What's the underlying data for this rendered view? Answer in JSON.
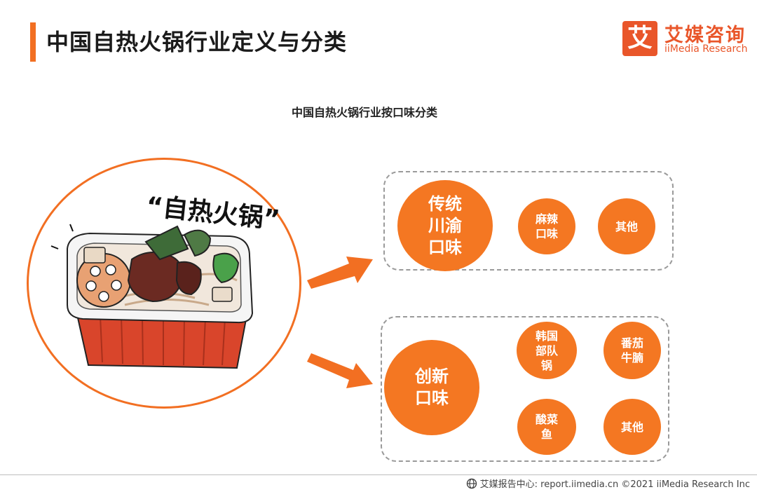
{
  "header": {
    "title": "中国自热火锅行业定义与分类"
  },
  "logo": {
    "mark": "艾",
    "name_cn": "艾媒咨询",
    "name_en": "iiMedia Research"
  },
  "subtitle": "中国自热火锅行业按口味分类",
  "illustration": {
    "caption": "“自热火锅”"
  },
  "groups": [
    {
      "main": "传统\n川渝\n口味",
      "items": [
        "麻辣\n口味",
        "其他"
      ]
    },
    {
      "main": "创新\n口味",
      "items": [
        "韩国\n部队\n锅",
        "番茄\n牛腩",
        "酸菜\n鱼",
        "其他"
      ]
    }
  ],
  "footer": {
    "text": "艾媒报告中心: report.iimedia.cn ©2021 iiMedia Research Inc"
  },
  "colors": {
    "accent": "#f26f22",
    "circle": "#f47722",
    "logo": "#e9562a",
    "dash": "#9a9a9a"
  }
}
